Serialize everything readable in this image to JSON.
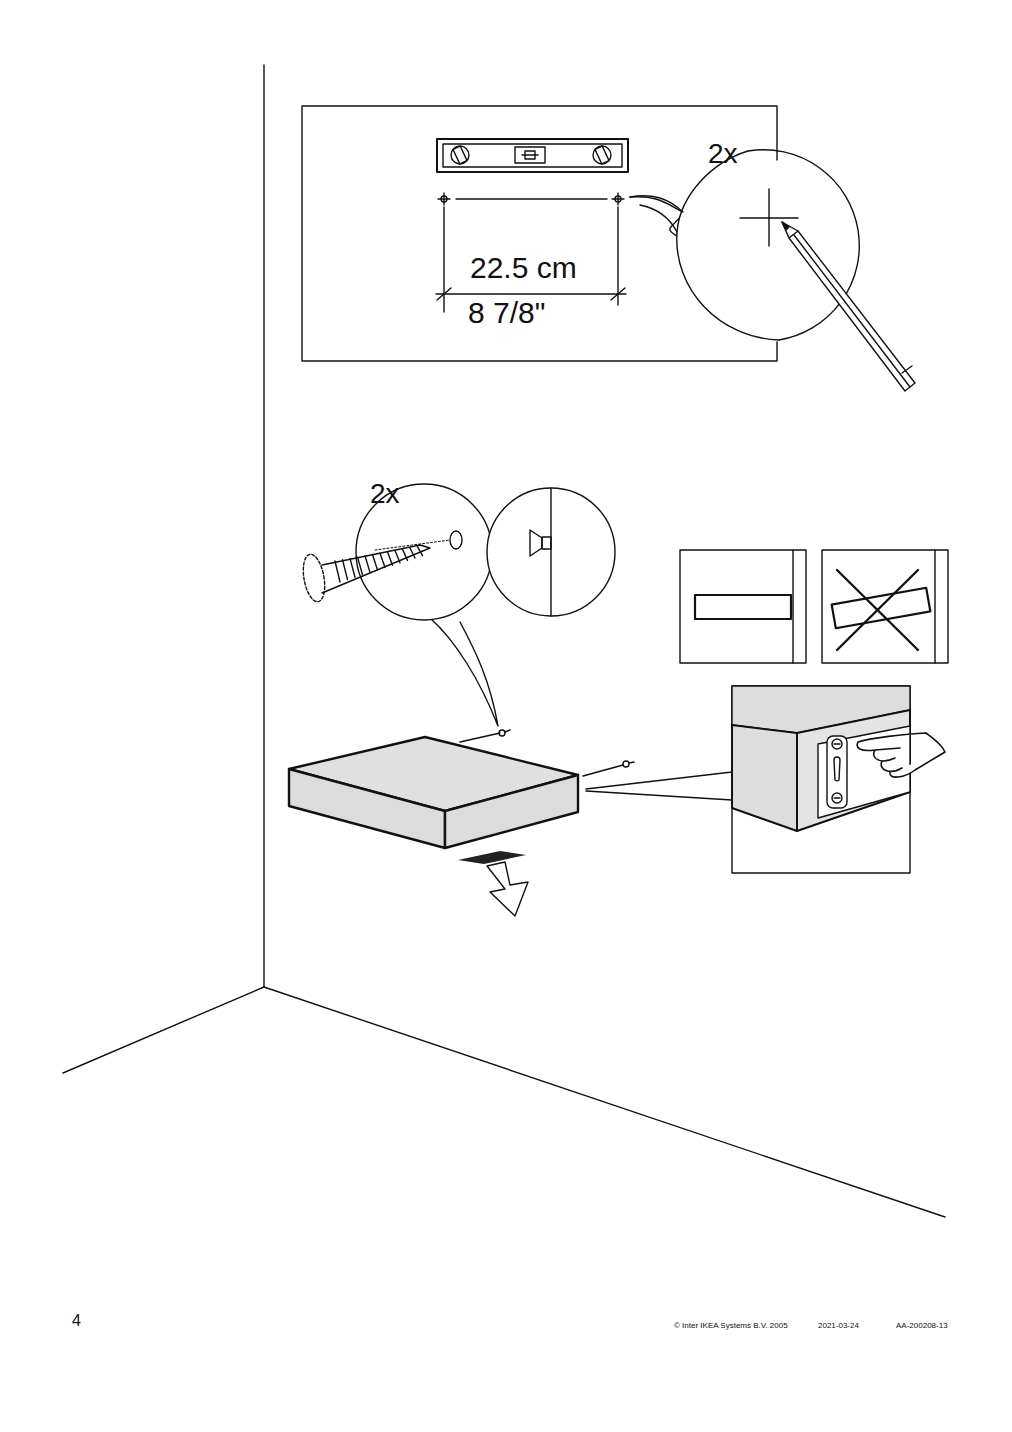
{
  "diagram": {
    "labels": [
      "2x",
      "22.5 cm",
      "8 7/8\"",
      "2x",
      "4",
      "© Inter IKEA Systems B.V. 2005",
      "2021-03-24",
      "AA-200208-13"
    ]
  }
}
